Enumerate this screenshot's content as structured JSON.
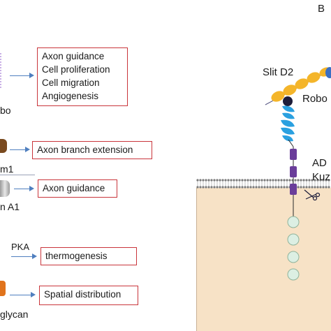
{
  "panel_label": "B",
  "left_panel": {
    "rows": [
      {
        "partial_label": "bo",
        "targets": [
          "Axon guidance",
          "Cell proliferation",
          "Cell migration",
          "Angiogenesis"
        ]
      },
      {
        "partial_label": "m1",
        "targets": [
          "Axon branch extension"
        ]
      },
      {
        "partial_label": "n A1",
        "targets": [
          "Axon guidance"
        ]
      },
      {
        "partial_label": "",
        "arrow_label": "PKA",
        "targets": [
          "thermogenesis"
        ]
      },
      {
        "partial_label": "glycan",
        "targets": [
          "Spatial distribution"
        ]
      }
    ]
  },
  "right_panel": {
    "labels": {
      "slit": "Slit D2",
      "robo": "Robo",
      "adam": "AD",
      "kuz": "Kuz"
    }
  },
  "colors": {
    "box_border": "#c9353b",
    "arrow": "#4f7fbf",
    "membrane_bg": "#f7e2c6",
    "slit_yellow": "#f4b52a",
    "robo_blue": "#2aa0e0",
    "adam_purple": "#6a3d9a",
    "bead_green": "#dcefe3"
  }
}
